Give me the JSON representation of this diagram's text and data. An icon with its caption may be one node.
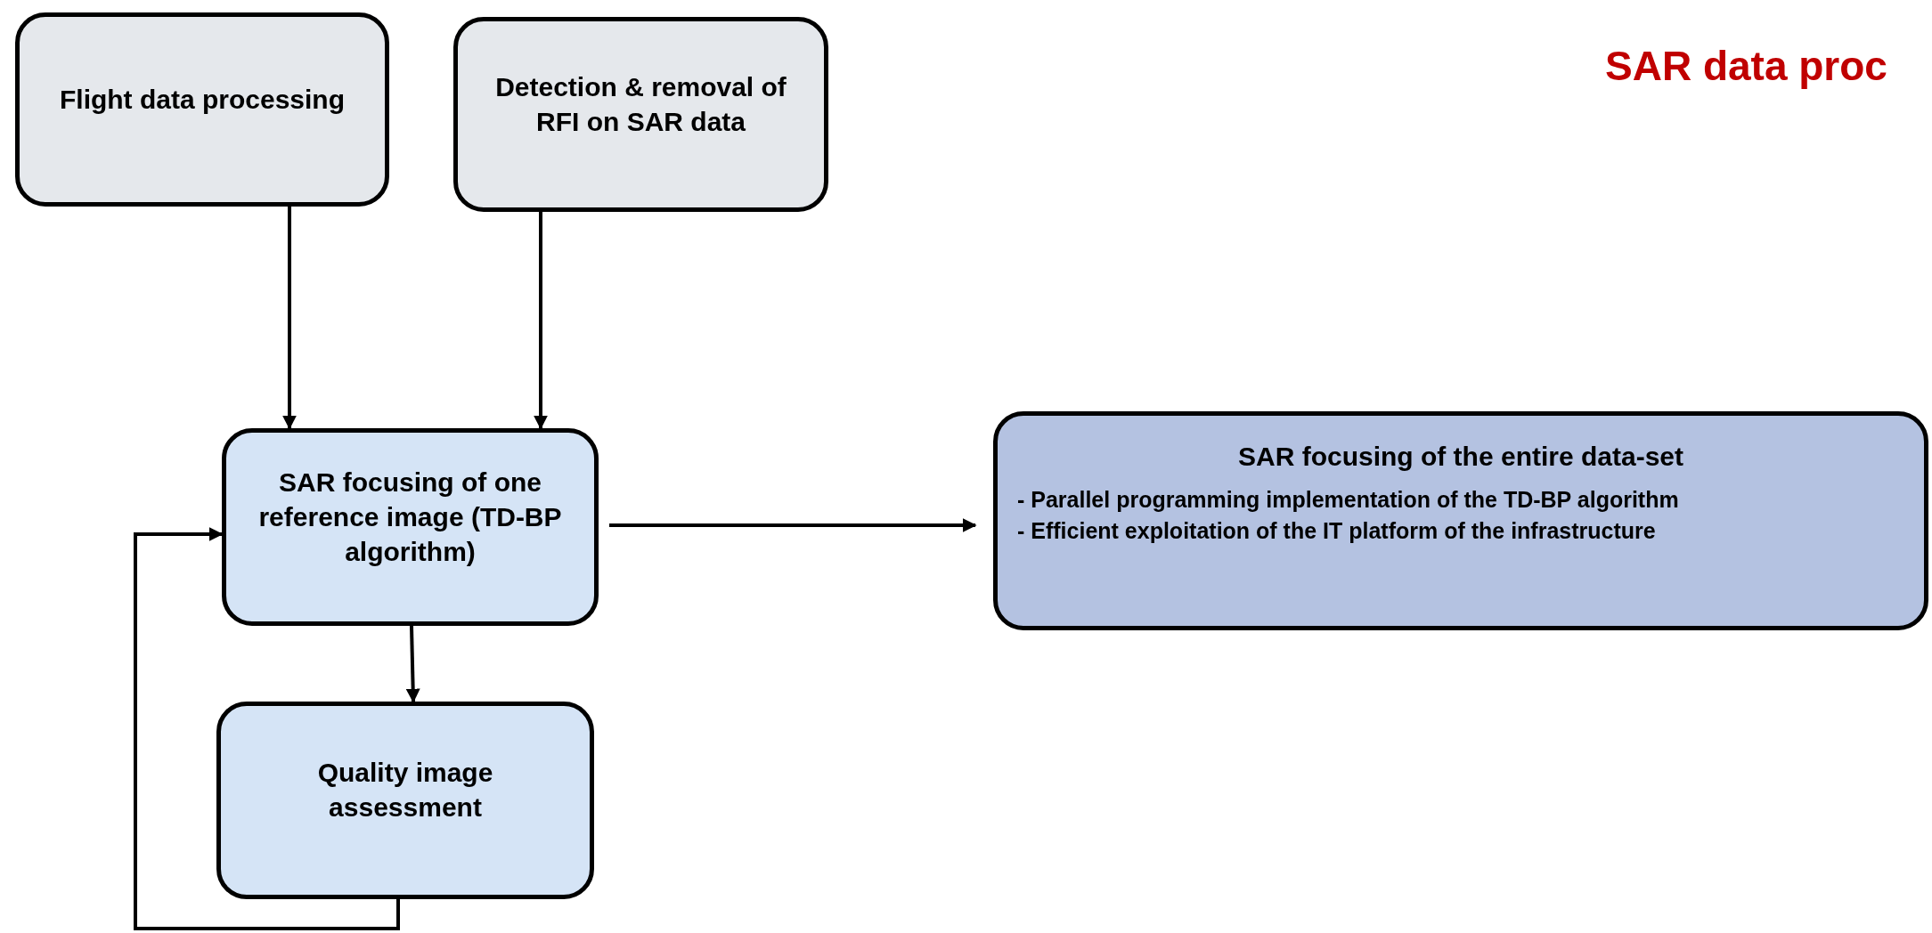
{
  "diagram": {
    "title": "SAR data proc",
    "nodes": [
      {
        "text": [
          "Flight data processing"
        ]
      },
      {
        "text": [
          "Detection & removal of RFI on SAR data"
        ]
      },
      {
        "text": [
          "SAR focusing of one reference image (TD-BP algorithm)"
        ]
      },
      {
        "text": [
          "Quality image assessment"
        ]
      },
      {
        "text": [
          "SAR focusing of the entire data-set",
          "- Parallel programming implementation of the TD-BP algorithm",
          "- Efficient exploitation of the IT platform of the infrastructure"
        ]
      }
    ],
    "edges": [
      {
        "from": 0,
        "to": 2,
        "arrow": "to"
      },
      {
        "from": 1,
        "to": 2,
        "arrow": "to"
      },
      {
        "from": 2,
        "to": 4,
        "arrow": "to"
      },
      {
        "from": 2,
        "to": 3,
        "arrow": "to"
      },
      {
        "from": 3,
        "to": 2,
        "arrow": "to"
      }
    ]
  }
}
